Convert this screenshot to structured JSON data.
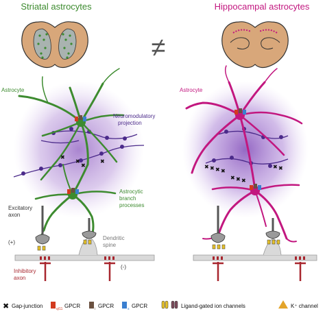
{
  "titles": {
    "left": "Striatal astrocytes",
    "right": "Hippocampal astrocytes",
    "not_equal": "≠"
  },
  "left_panel": {
    "astrocyte": "Astrocyte",
    "neuromodulatory_1": "Neuromodulatory",
    "neuromodulatory_2": "projection",
    "branch_1": "Astrocytic",
    "branch_2": "branch",
    "branch_3": "processes",
    "excitatory_1": "Excitatory",
    "excitatory_2": "axon",
    "plus": "(+)",
    "dendritic_1": "Dendritic",
    "dendritic_2": "spine",
    "minus": "(-)",
    "inhibitory_1": "Inhibitory",
    "inhibitory_2": "axon"
  },
  "right_panel": {
    "astrocyte": "Astrocyte"
  },
  "legend": {
    "gap_junction": "Gap-junction",
    "gq_gpcr": "GPCR",
    "gq_sub": "q/11",
    "gi_gpcr": "GPCR",
    "gi_sub": "i",
    "gs_gpcr": "GPCR",
    "gs_sub": "s",
    "ligand_gated": "Ligand-gated ion channels",
    "k_channel": "K⁺ channel"
  },
  "colors": {
    "striatal_green": "#3d8b2f",
    "hippocampal_magenta": "#c2177f",
    "neuromod_purple": "#4b2a8a",
    "inhibitory_red": "#a8262e",
    "brain_tan": "#d8a77a",
    "glow_purple": "#9a6fc7"
  }
}
